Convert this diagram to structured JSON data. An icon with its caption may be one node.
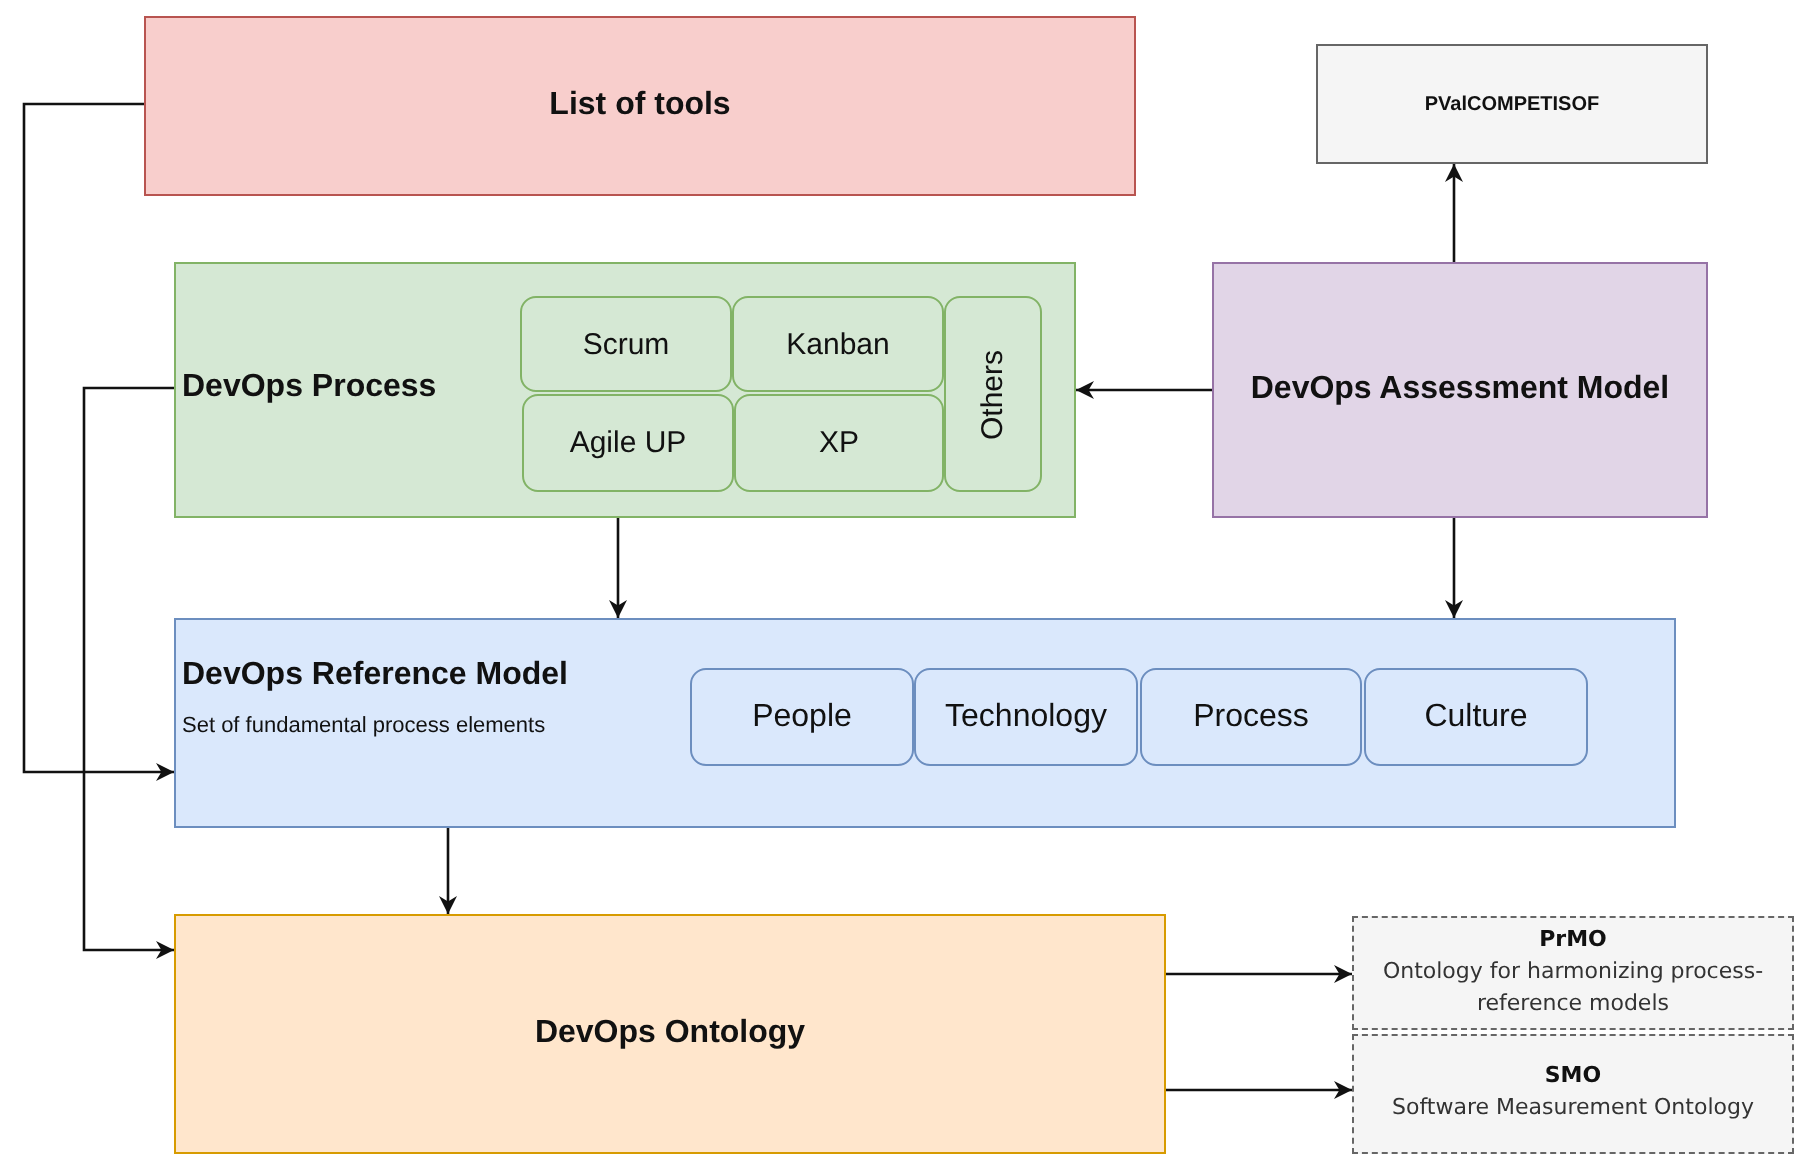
{
  "diagram": {
    "nodes": [
      {
        "text": [
          "List of tools"
        ]
      },
      {
        "text": [
          "PValCOMPETISOF"
        ]
      },
      {
        "text": [
          "DevOps Process"
        ]
      },
      {
        "text": [
          "Scrum"
        ],
        "in": 2
      },
      {
        "text": [
          "Kanban"
        ],
        "in": 2
      },
      {
        "text": [
          "Others"
        ],
        "in": 2
      },
      {
        "text": [
          "Agile UP"
        ],
        "in": 2
      },
      {
        "text": [
          "XP"
        ],
        "in": 2
      },
      {
        "text": [
          "DevOps Assessment Model"
        ]
      },
      {
        "text": [
          "DevOps Reference Model",
          "Set of fundamental process elements"
        ]
      },
      {
        "text": [
          "People"
        ],
        "in": 9
      },
      {
        "text": [
          "Technology"
        ],
        "in": 9
      },
      {
        "text": [
          "Process"
        ],
        "in": 9
      },
      {
        "text": [
          "Culture"
        ],
        "in": 9
      },
      {
        "text": [
          "DevOps Ontology"
        ]
      },
      {
        "text": [
          "PrMO",
          "Ontology for harmonizing process-reference models"
        ]
      },
      {
        "text": [
          "SMO",
          "Software Measurement Ontology"
        ]
      }
    ],
    "edges": [
      {
        "from": 0,
        "to": 9,
        "arrow": "to"
      },
      {
        "from": 2,
        "to": 14,
        "arrow": "to"
      },
      {
        "from": 2,
        "to": 9,
        "arrow": "to"
      },
      {
        "from": 8,
        "to": 2,
        "arrow": "to"
      },
      {
        "from": 8,
        "to": 1,
        "arrow": "to"
      },
      {
        "from": 8,
        "to": 9,
        "arrow": "to"
      },
      {
        "from": 9,
        "to": 14,
        "arrow": "to"
      },
      {
        "from": 14,
        "to": 15,
        "arrow": "to"
      },
      {
        "from": 14,
        "to": 16,
        "arrow": "to"
      }
    ]
  }
}
